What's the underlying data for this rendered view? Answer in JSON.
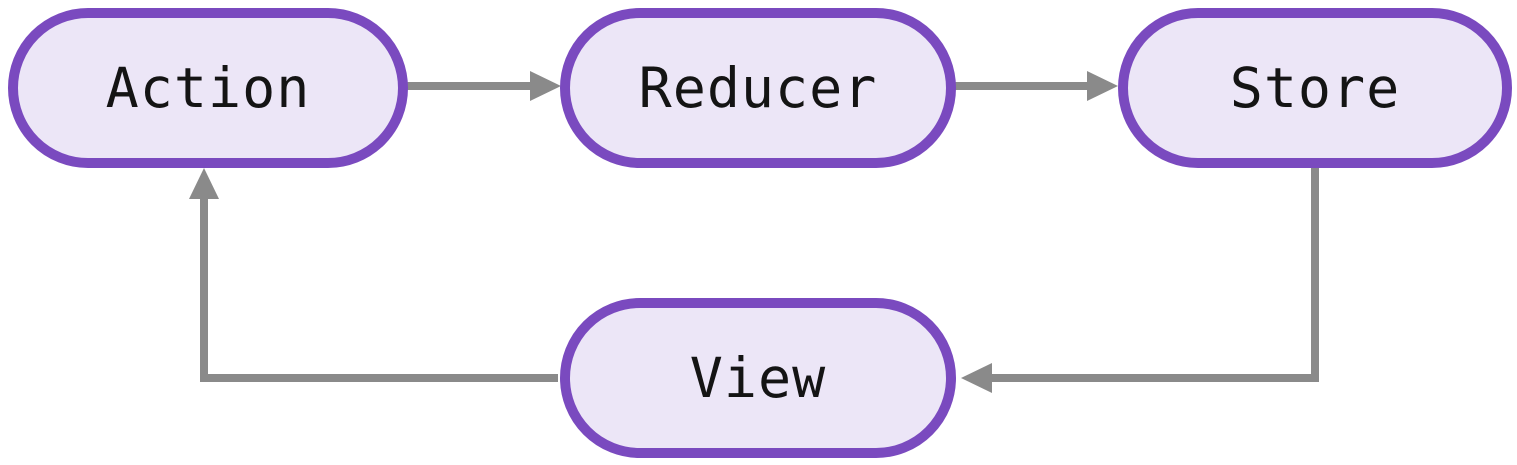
{
  "diagram": {
    "type": "flow-diagram",
    "nodes": [
      {
        "id": "action",
        "label": "Action"
      },
      {
        "id": "reducer",
        "label": "Reducer"
      },
      {
        "id": "store",
        "label": "Store"
      },
      {
        "id": "view",
        "label": "View"
      }
    ],
    "edges": [
      {
        "from": "action",
        "to": "reducer",
        "style": "straight-right"
      },
      {
        "from": "reducer",
        "to": "store",
        "style": "straight-right"
      },
      {
        "from": "store",
        "to": "view",
        "style": "down-then-left"
      },
      {
        "from": "view",
        "to": "action",
        "style": "left-then-up"
      }
    ]
  },
  "colors": {
    "node_fill": "#ece6f7",
    "node_border": "#7a4abf",
    "arrow": "#8a8a8a",
    "text": "#141414",
    "background": "#ffffff"
  }
}
